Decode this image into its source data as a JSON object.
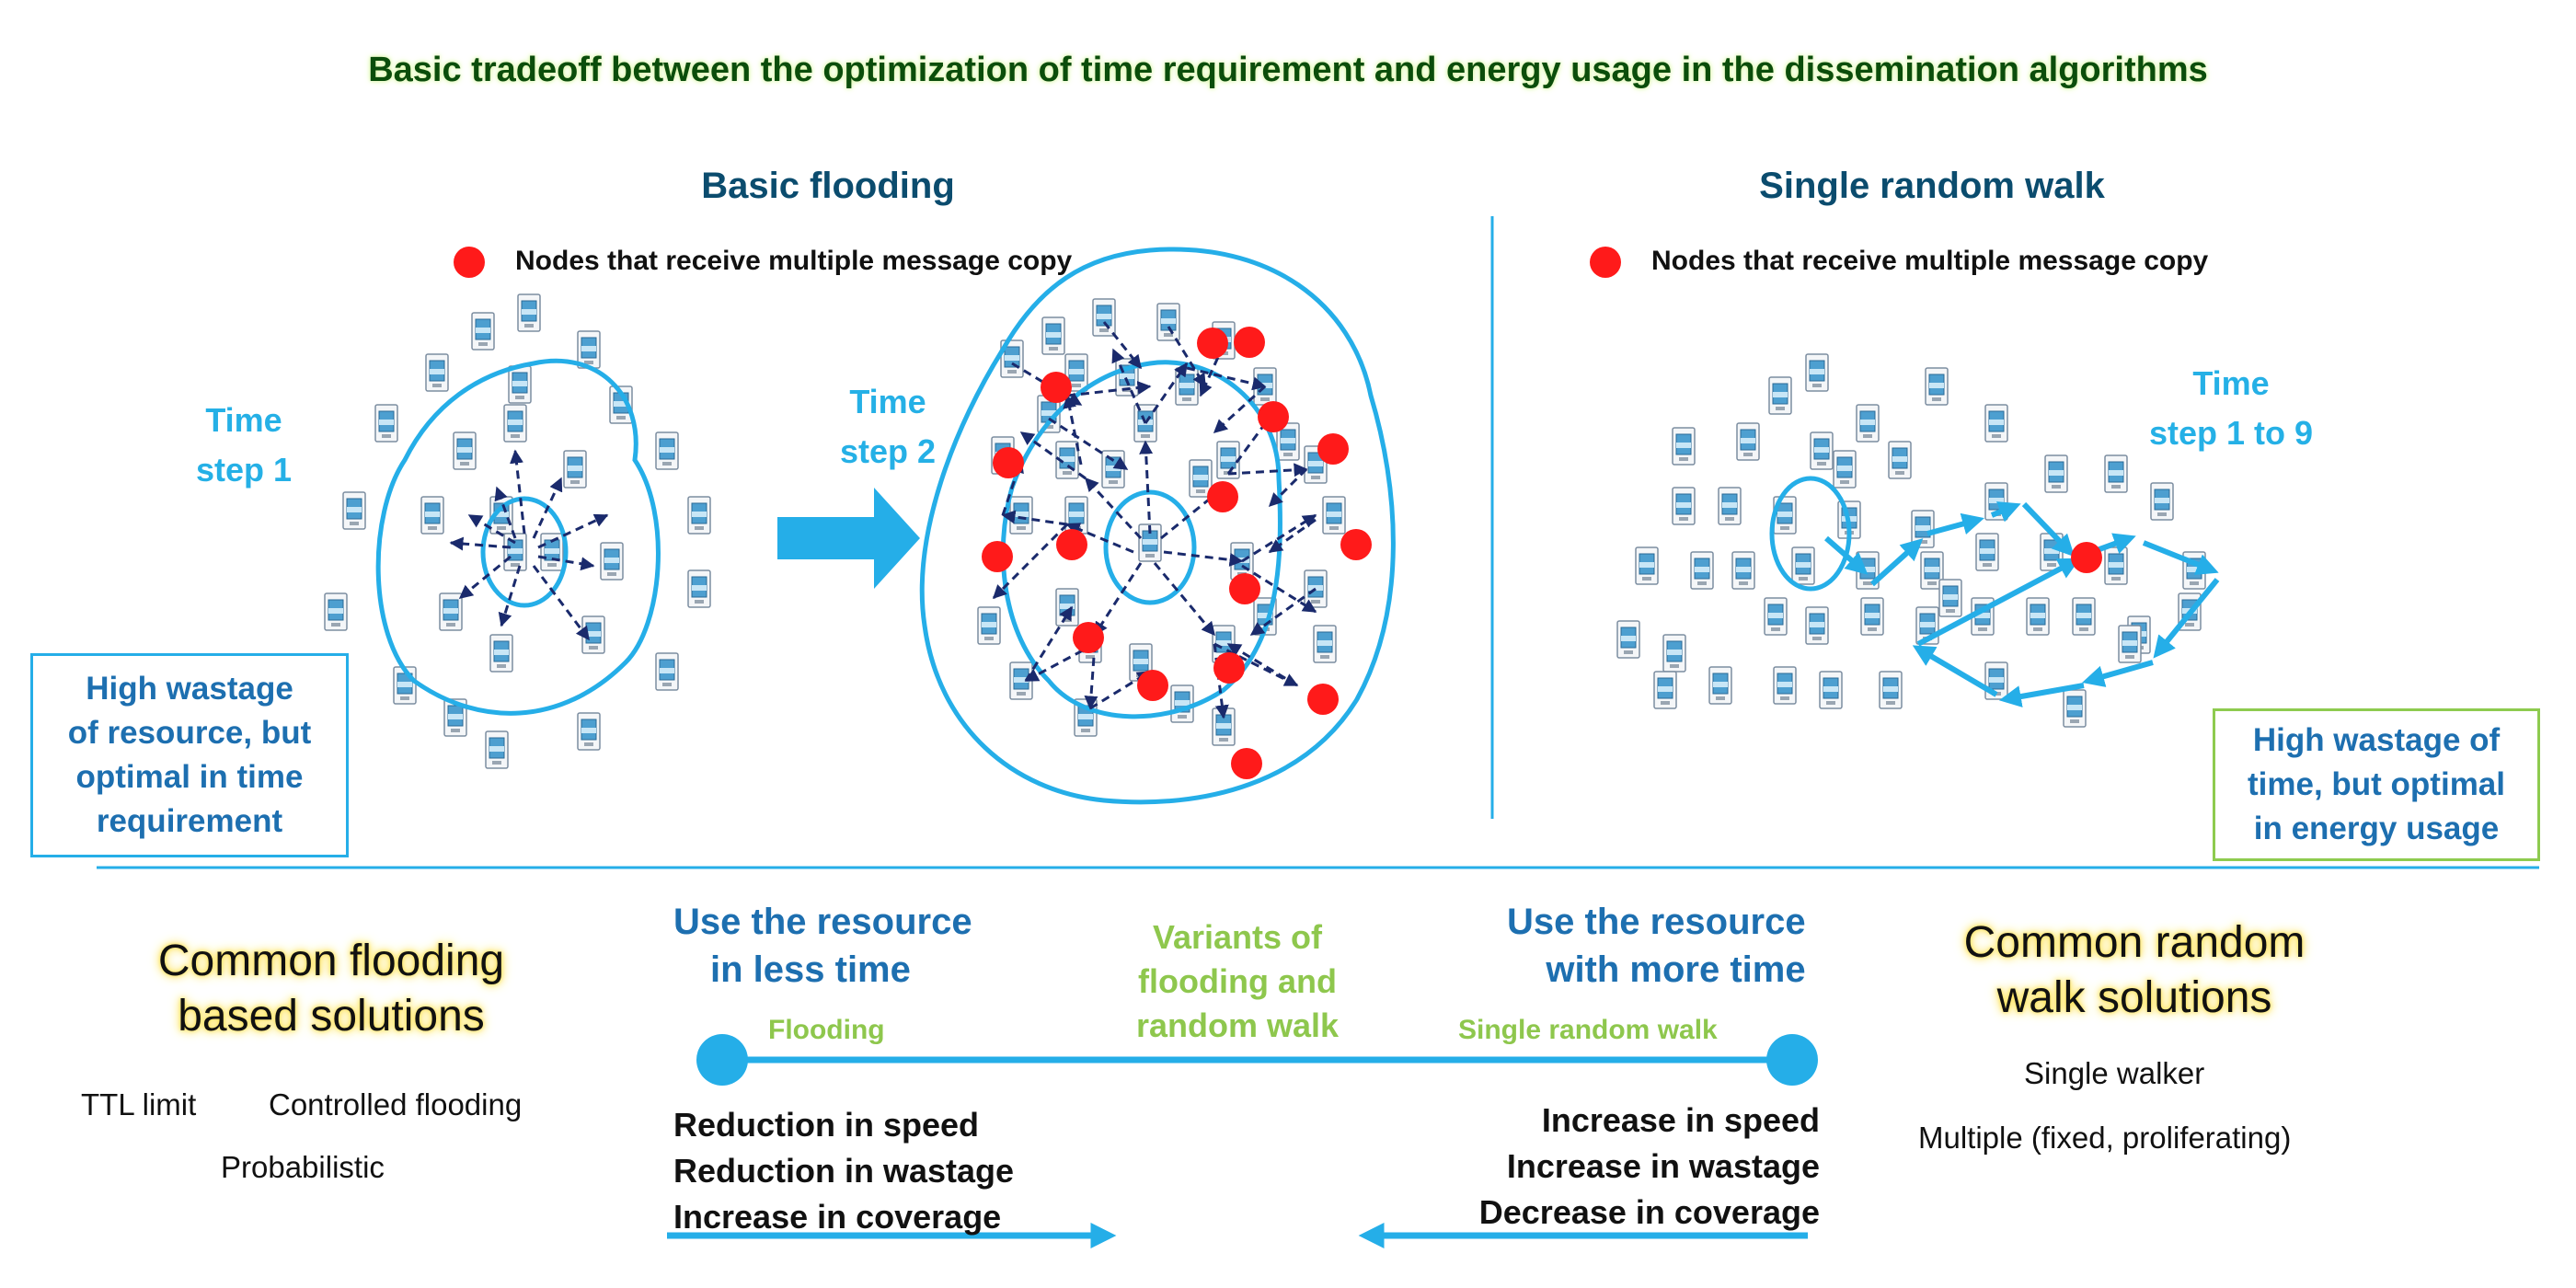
{
  "title": "Basic tradeoff between the optimization of time requirement and energy usage in the dissemination algorithms",
  "left_panel": {
    "heading": "Basic flooding",
    "legend": "Nodes that receive multiple message copy",
    "time_step_1": [
      "Time",
      "step 1"
    ],
    "time_step_2": [
      "Time",
      "step 2"
    ],
    "box": [
      "High wastage",
      "of resource, but",
      "optimal in  time",
      "requirement"
    ]
  },
  "right_panel": {
    "heading": "Single random walk",
    "legend": "Nodes that receive multiple message copy",
    "time_steps": [
      "Time",
      "step 1 to 9"
    ],
    "box": [
      "High wastage of",
      "time, but optimal",
      "in energy usage"
    ]
  },
  "bottom": {
    "common_flooding": [
      "Common flooding",
      "based solutions"
    ],
    "flooding_items": [
      "TTL limit",
      "Controlled flooding",
      "Probabilistic"
    ],
    "common_random": [
      "Common random",
      "walk solutions"
    ],
    "random_items": [
      "Single walker",
      "Multiple (fixed, proliferating)"
    ],
    "use_less_time": [
      "Use the resource",
      "in less time"
    ],
    "use_more_time": [
      "Use the resource",
      "with more time"
    ],
    "variants": [
      "Variants of",
      "flooding and",
      "random walk"
    ],
    "flooding_label": "Flooding",
    "random_walk_label": "Single random walk",
    "left_effects": [
      "Reduction in speed",
      "Reduction in wastage",
      "Increase in coverage"
    ],
    "right_effects": [
      "Increase in speed",
      "Increase in wastage",
      "Decrease in coverage"
    ]
  },
  "icons": {
    "node": "device-node-icon",
    "red_dot": "red-node-dot",
    "arrow": "arrow-icon"
  },
  "colors": {
    "accent": "#25aee8",
    "red": "#ff1a1a",
    "dark_arrow": "#1a2a6c",
    "green": "#8ec74d",
    "title_green": "#0b4d0b",
    "blue_text": "#1d6fb0"
  }
}
